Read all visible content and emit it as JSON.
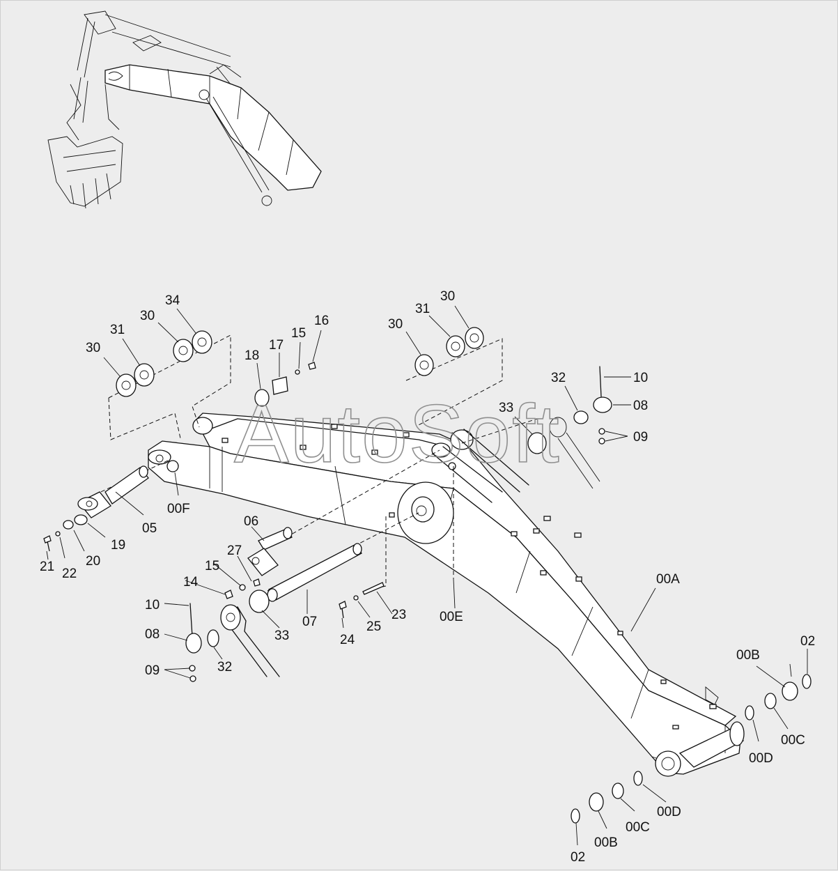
{
  "watermark": "AutoSoft",
  "labels": {
    "l00A": "00A",
    "l00B_right": "00B",
    "l00B_bottom": "00B",
    "l00C_right": "00C",
    "l00C_bottom": "00C",
    "l00D_right": "00D",
    "l00D_bottom": "00D",
    "l00E": "00E",
    "l00F": "00F",
    "l02_right": "02",
    "l02_bottom": "02",
    "l05": "05",
    "l06": "06",
    "l07": "07",
    "l08_right": "08",
    "l08_left": "08",
    "l09_right": "09",
    "l09_left": "09",
    "l10_right": "10",
    "l10_left": "10",
    "l14": "14",
    "l15_top": "15",
    "l15_mid": "15",
    "l16": "16",
    "l17": "17",
    "l18": "18",
    "l19": "19",
    "l20": "20",
    "l21": "21",
    "l22": "22",
    "l23": "23",
    "l24": "24",
    "l25": "25",
    "l27": "27",
    "l30_a": "30",
    "l30_b": "30",
    "l30_c": "30",
    "l30_d": "30",
    "l31_a": "31",
    "l31_b": "31",
    "l32_right": "32",
    "l32_left": "32",
    "l33_top": "33",
    "l33_mid": "33",
    "l34": "34"
  }
}
